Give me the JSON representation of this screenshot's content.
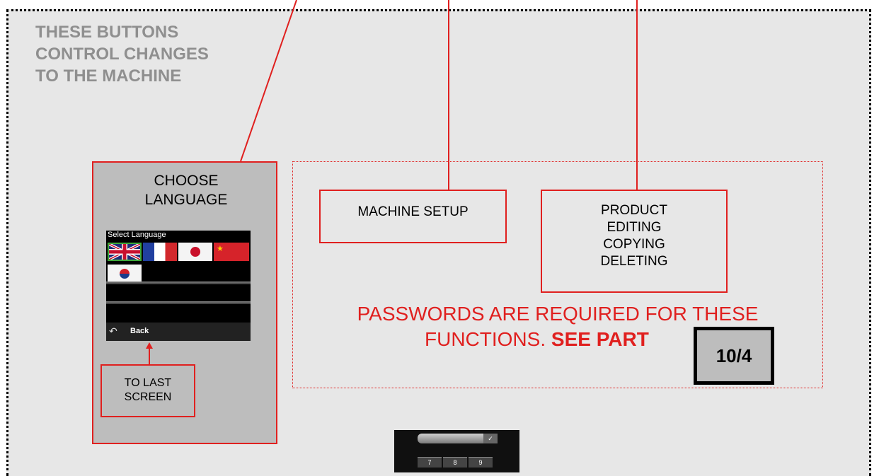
{
  "heading_lines": [
    "THESE BUTTONS",
    "CONTROL CHANGES",
    "TO THE MACHINE"
  ],
  "language_panel": {
    "title": "CHOOSE LANGUAGE",
    "screen": {
      "title": "Select Language",
      "flags": [
        "uk-flag-icon",
        "france-flag-icon",
        "japan-flag-icon",
        "china-flag-icon",
        "korea-flag-icon"
      ],
      "back_label": "Back"
    },
    "last_screen_label": "TO LAST SCREEN"
  },
  "password_section": {
    "machine_setup": "MACHINE SETUP",
    "product_lines": [
      "PRODUCT",
      "EDITING",
      "COPYING",
      "DELETING"
    ],
    "note_line1": "PASSWORDS ARE REQUIRED FOR THESE",
    "note_line2_plain": "FUNCTIONS.",
    "note_line2_bold": "SEE PART",
    "part_ref": "10/4"
  },
  "keypad_preview": {
    "keys": [
      "7",
      "8",
      "9"
    ]
  },
  "colors": {
    "accent": "#e0201f",
    "frame_background": "#e7e7e7",
    "panel_gray": "#bdbdbd",
    "heading_gray": "#8f8f8f"
  }
}
